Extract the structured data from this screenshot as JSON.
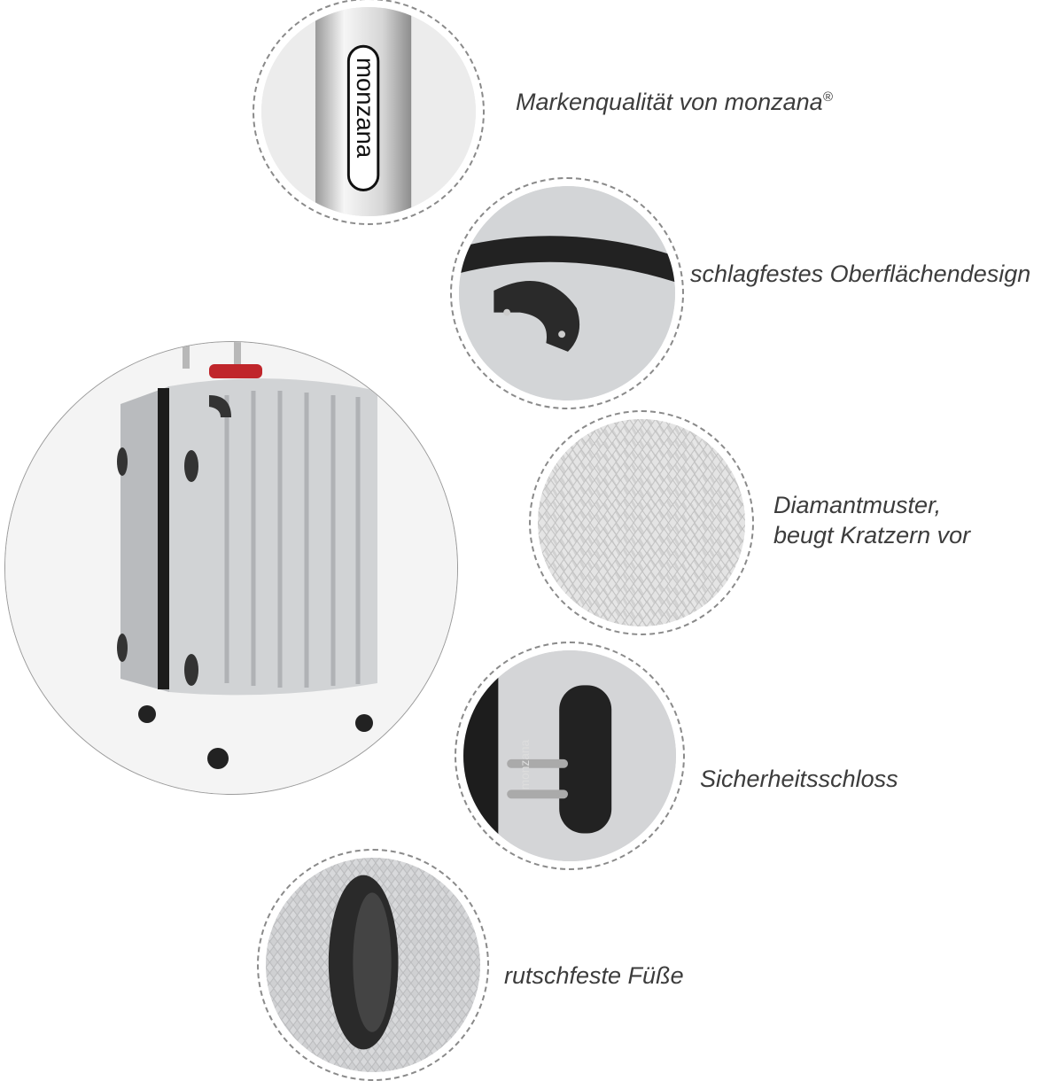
{
  "features": [
    {
      "caption": "Markenqualität von monzana",
      "mark": "®"
    },
    {
      "caption": "schlagfestes Oberflächendesign"
    },
    {
      "caption_line1": "Diamantmuster,",
      "caption_line2": "beugt Kratzern vor"
    },
    {
      "caption": "Sicherheitsschloss"
    },
    {
      "caption": "rutschfeste Füße"
    }
  ],
  "logo_text": "monzana",
  "colors": {
    "shell": "#c9cbcd",
    "accent_handle": "#c0262b",
    "trim": "#1c1c1c"
  }
}
